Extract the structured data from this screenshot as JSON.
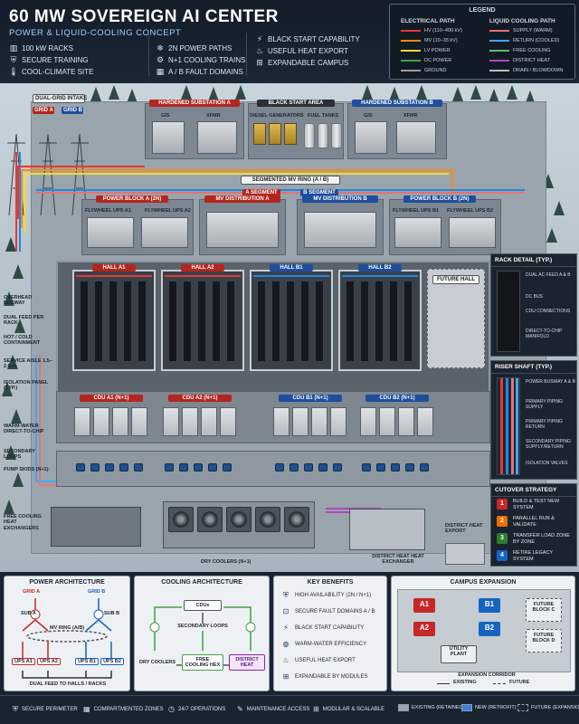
{
  "header": {
    "title": "60 MW SOVEREIGN AI CENTER",
    "subtitle": "POWER & LIQUID-COOLING CONCEPT",
    "features_col1": [
      "100 kW RACKS",
      "SECURE TRAINING",
      "COOL-CLIMATE SITE"
    ],
    "features_col2": [
      "2N POWER PATHS",
      "N+1 COOLING TRAINS",
      "A / B FAULT DOMAINS"
    ],
    "features_col3": [
      "BLACK START CAPABILITY",
      "USEFUL HEAT EXPORT",
      "EXPANDABLE CAMPUS"
    ]
  },
  "legend": {
    "title": "LEGEND",
    "electrical_title": "ELECTRICAL PATH",
    "electrical": [
      {
        "label": "HV (110–400 kV)",
        "color": "#e53935"
      },
      {
        "label": "MV (10–35 kV)",
        "color": "#fb8c00"
      },
      {
        "label": "LV POWER",
        "color": "#fdd835"
      },
      {
        "label": "DC POWER",
        "color": "#43a047"
      },
      {
        "label": "GROUND",
        "color": "#9e9e9e"
      }
    ],
    "cooling_title": "LIQUID COOLING PATH",
    "cooling": [
      {
        "label": "SUPPLY (WARM)",
        "color": "#e57373"
      },
      {
        "label": "RETURN (COOLED)",
        "color": "#42a5f5"
      },
      {
        "label": "FREE COOLING",
        "color": "#66bb6a"
      },
      {
        "label": "DISTRICT HEAT",
        "color": "#ab47bc"
      },
      {
        "label": "DRAIN / BLOWDOWN",
        "color": "#bdbdbd"
      }
    ]
  },
  "scene": {
    "dual_grid": "DUAL-GRID INTAKE",
    "grid_a": "GRID A",
    "grid_b": "GRID B",
    "substation_a": "HARDENED SUBSTATION A",
    "substation_b": "HARDENED SUBSTATION B",
    "gis": "GIS",
    "xfmr": "XFMR",
    "black_start": "BLACK START AREA",
    "diesel": "DIESEL GENERATORS",
    "fuel": "FUEL TANKS",
    "mv_ring": "SEGMENTED MV RING (A / B)",
    "a_segment": "A SEGMENT",
    "b_segment": "B SEGMENT",
    "power_block_a": "POWER BLOCK A (2N)",
    "power_block_b": "POWER BLOCK B (2N)",
    "mv_dist_a": "MV DISTRIBUTION A",
    "mv_dist_b": "MV DISTRIBUTION B",
    "flywheel_a1": "FLYWHEEL UPS A1",
    "flywheel_a2": "FLYWHEEL UPS A2",
    "flywheel_b1": "FLYWHEEL UPS B1",
    "flywheel_b2": "FLYWHEEL UPS B2",
    "halls": [
      "HALL A1",
      "HALL A2",
      "HALL B1",
      "HALL B2"
    ],
    "future_hall": "FUTURE HALL",
    "cdus": [
      "CDU A1 (N+1)",
      "CDU A2 (N+1)",
      "CDU B1 (N+1)",
      "CDU B2 (N+1)"
    ],
    "left_labels": [
      "OVERHEAD BUSWAY",
      "DUAL FEED PER RACK",
      "HOT / COLD CONTAINMENT",
      "SERVICE AISLE 1.5–2.0 m",
      "ISOLATION PANEL (TYP.)",
      "WARM-WATER DIRECT-TO-CHIP",
      "SECONDARY LOOPS",
      "PUMP SKIDS (N+1)",
      "FREE COOLING HEAT EXCHANGERS"
    ],
    "dry_coolers": "DRY COOLERS (N+1)",
    "district_export": "DISTRICT HEAT EXPORT",
    "district_hx": "DISTRICT HEAT HEAT EXCHANGER"
  },
  "rack_detail": {
    "title": "RACK DETAIL (TYP.)",
    "items": [
      "DUAL AC FEED A & B",
      "DC BUS",
      "CDU CONNECTIONS",
      "DIRECT-TO-CHIP MANIFOLD"
    ]
  },
  "riser": {
    "title": "RISER SHAFT (TYP.)",
    "items": [
      "POWER BUSWAY A & B",
      "PRIMARY PIPING SUPPLY",
      "PRIMARY PIPING RETURN",
      "SECONDARY PIPING SUPPLY/RETURN",
      "ISOLATION VALVES"
    ]
  },
  "cutover": {
    "title": "CUTOVER STRATEGY",
    "steps": [
      {
        "n": "1",
        "text": "BUILD & TEST NEW SYSTEM",
        "color": "#c62828"
      },
      {
        "n": "2",
        "text": "PARALLEL RUN & VALIDATE",
        "color": "#ef6c00"
      },
      {
        "n": "3",
        "text": "TRANSFER LOAD ZONE BY ZONE",
        "color": "#2e7d32"
      },
      {
        "n": "4",
        "text": "RETIRE LEGACY SYSTEM",
        "color": "#1565c0"
      }
    ]
  },
  "power_arch": {
    "title": "POWER ARCHITECTURE",
    "grid_a": "GRID A",
    "grid_b": "GRID B",
    "sub_a": "SUB A",
    "sub_b": "SUB B",
    "mv_ring": "MV RING (A/B)",
    "ups": [
      "UPS A1",
      "UPS A2",
      "UPS B1",
      "UPS B2"
    ],
    "feed": "DUAL FEED TO HALLS / RACKS"
  },
  "cooling_arch": {
    "title": "COOLING ARCHITECTURE",
    "cdus": "CDUs",
    "secondary": "SECONDARY LOOPS",
    "dry": "DRY COOLERS",
    "free": "FREE COOLING HEX",
    "district": "DISTRICT HEAT"
  },
  "key_benefits": {
    "title": "KEY BENEFITS",
    "items": [
      "HIGH AVAILABILITY (2N / N+1)",
      "SECURE FAULT DOMAINS A / B",
      "BLACK START CAPABILITY",
      "WARM-WATER EFFICIENCY",
      "USEFUL HEAT EXPORT",
      "EXPANDABLE BY MODULES"
    ]
  },
  "campus": {
    "title": "CAMPUS EXPANSION",
    "a1": "A1",
    "a2": "A2",
    "b1": "B1",
    "b2": "B2",
    "utility": "UTILITY PLANT",
    "future_c": "FUTURE BLOCK C",
    "future_d": "FUTURE BLOCK D",
    "corridor": "EXPANSION CORRIDOR",
    "existing": "EXISTING",
    "future": "FUTURE"
  },
  "footer": {
    "items": [
      "SECURE PERIMETER",
      "COMPARTMENTED ZONES",
      "24/7 OPERATIONS",
      "MAINTENANCE ACCESS",
      "MODULAR & SCALABLE"
    ],
    "key": [
      "EXISTING (RETAINED)",
      "NEW (RETROFIT)",
      "FUTURE (EXPANSION)"
    ]
  }
}
